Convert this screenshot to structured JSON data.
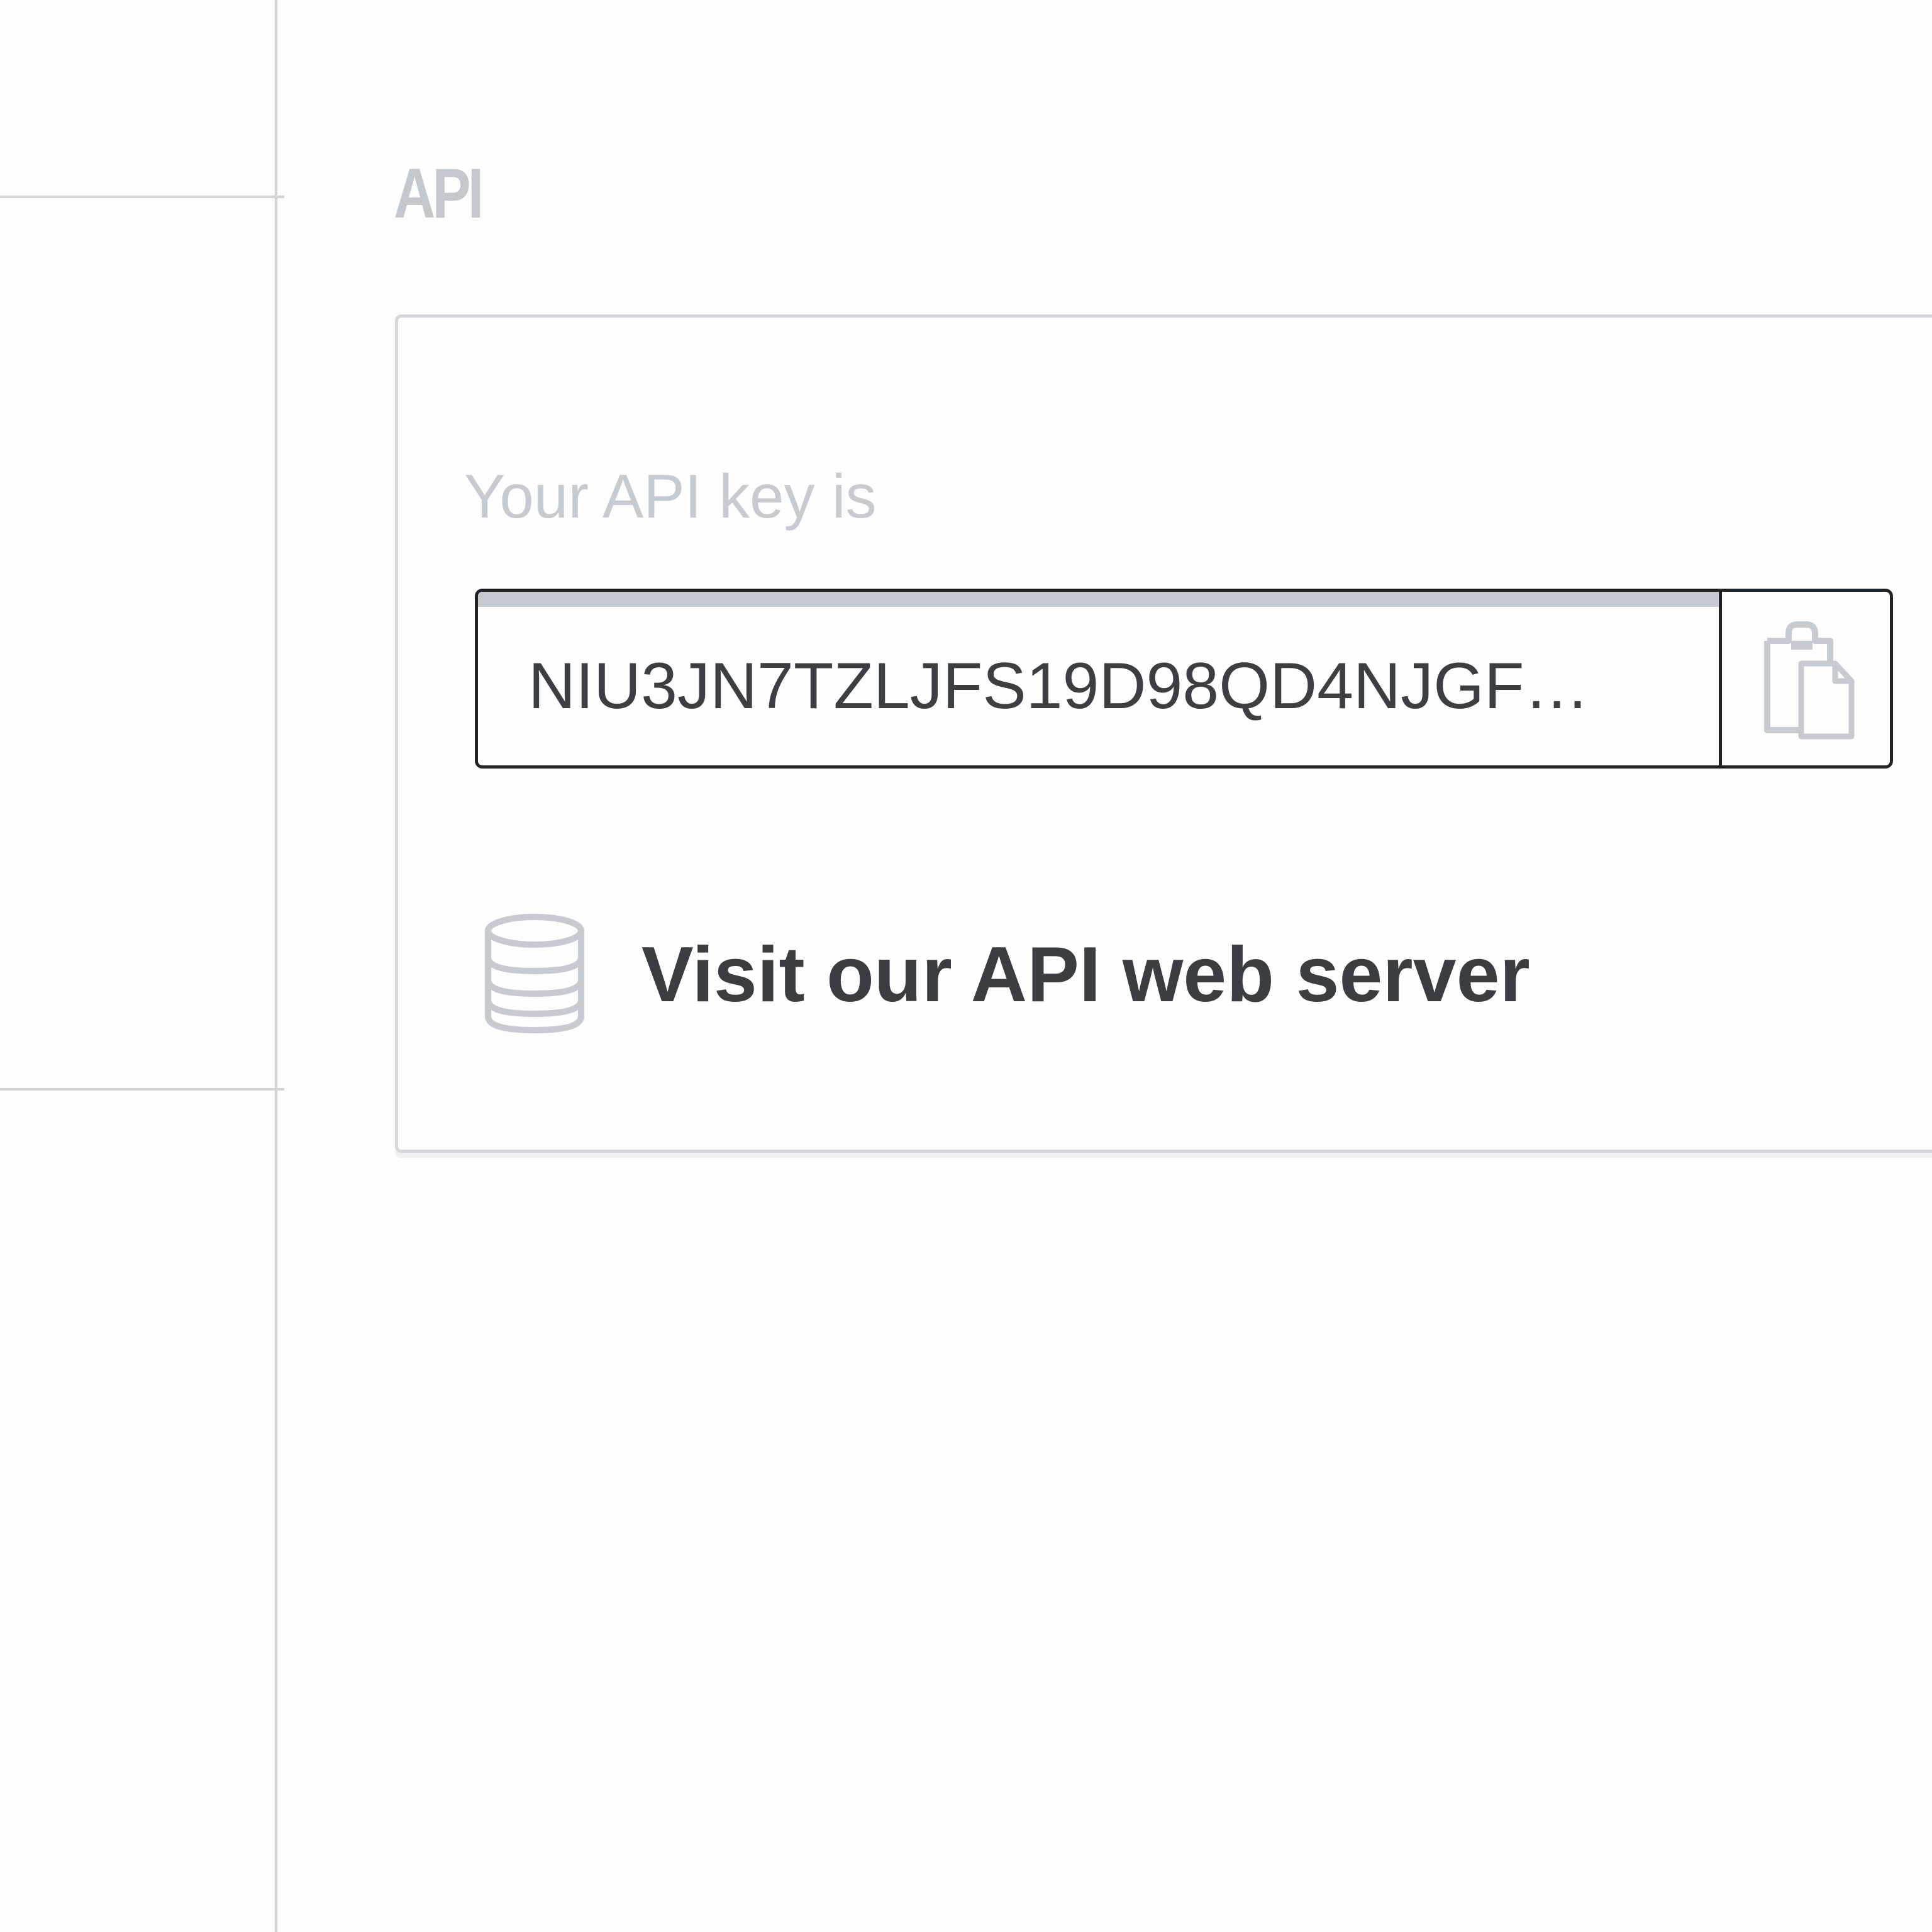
{
  "section": {
    "title": "API"
  },
  "api_card": {
    "key_label": "Your API key is",
    "api_key": "NIU3JN7TZLJFS19D98QD4NJGF…",
    "copy_icon": "clipboard-copy-icon",
    "server_link_label": "Visit our API web server",
    "server_link_icon": "database-icon"
  },
  "colors": {
    "title_gray": "#c3c8cf",
    "label_gray": "#c6cbd1",
    "border_dark": "#1f2429",
    "text_dark": "#3a3e42",
    "divider_gray": "#cfd4d9"
  }
}
